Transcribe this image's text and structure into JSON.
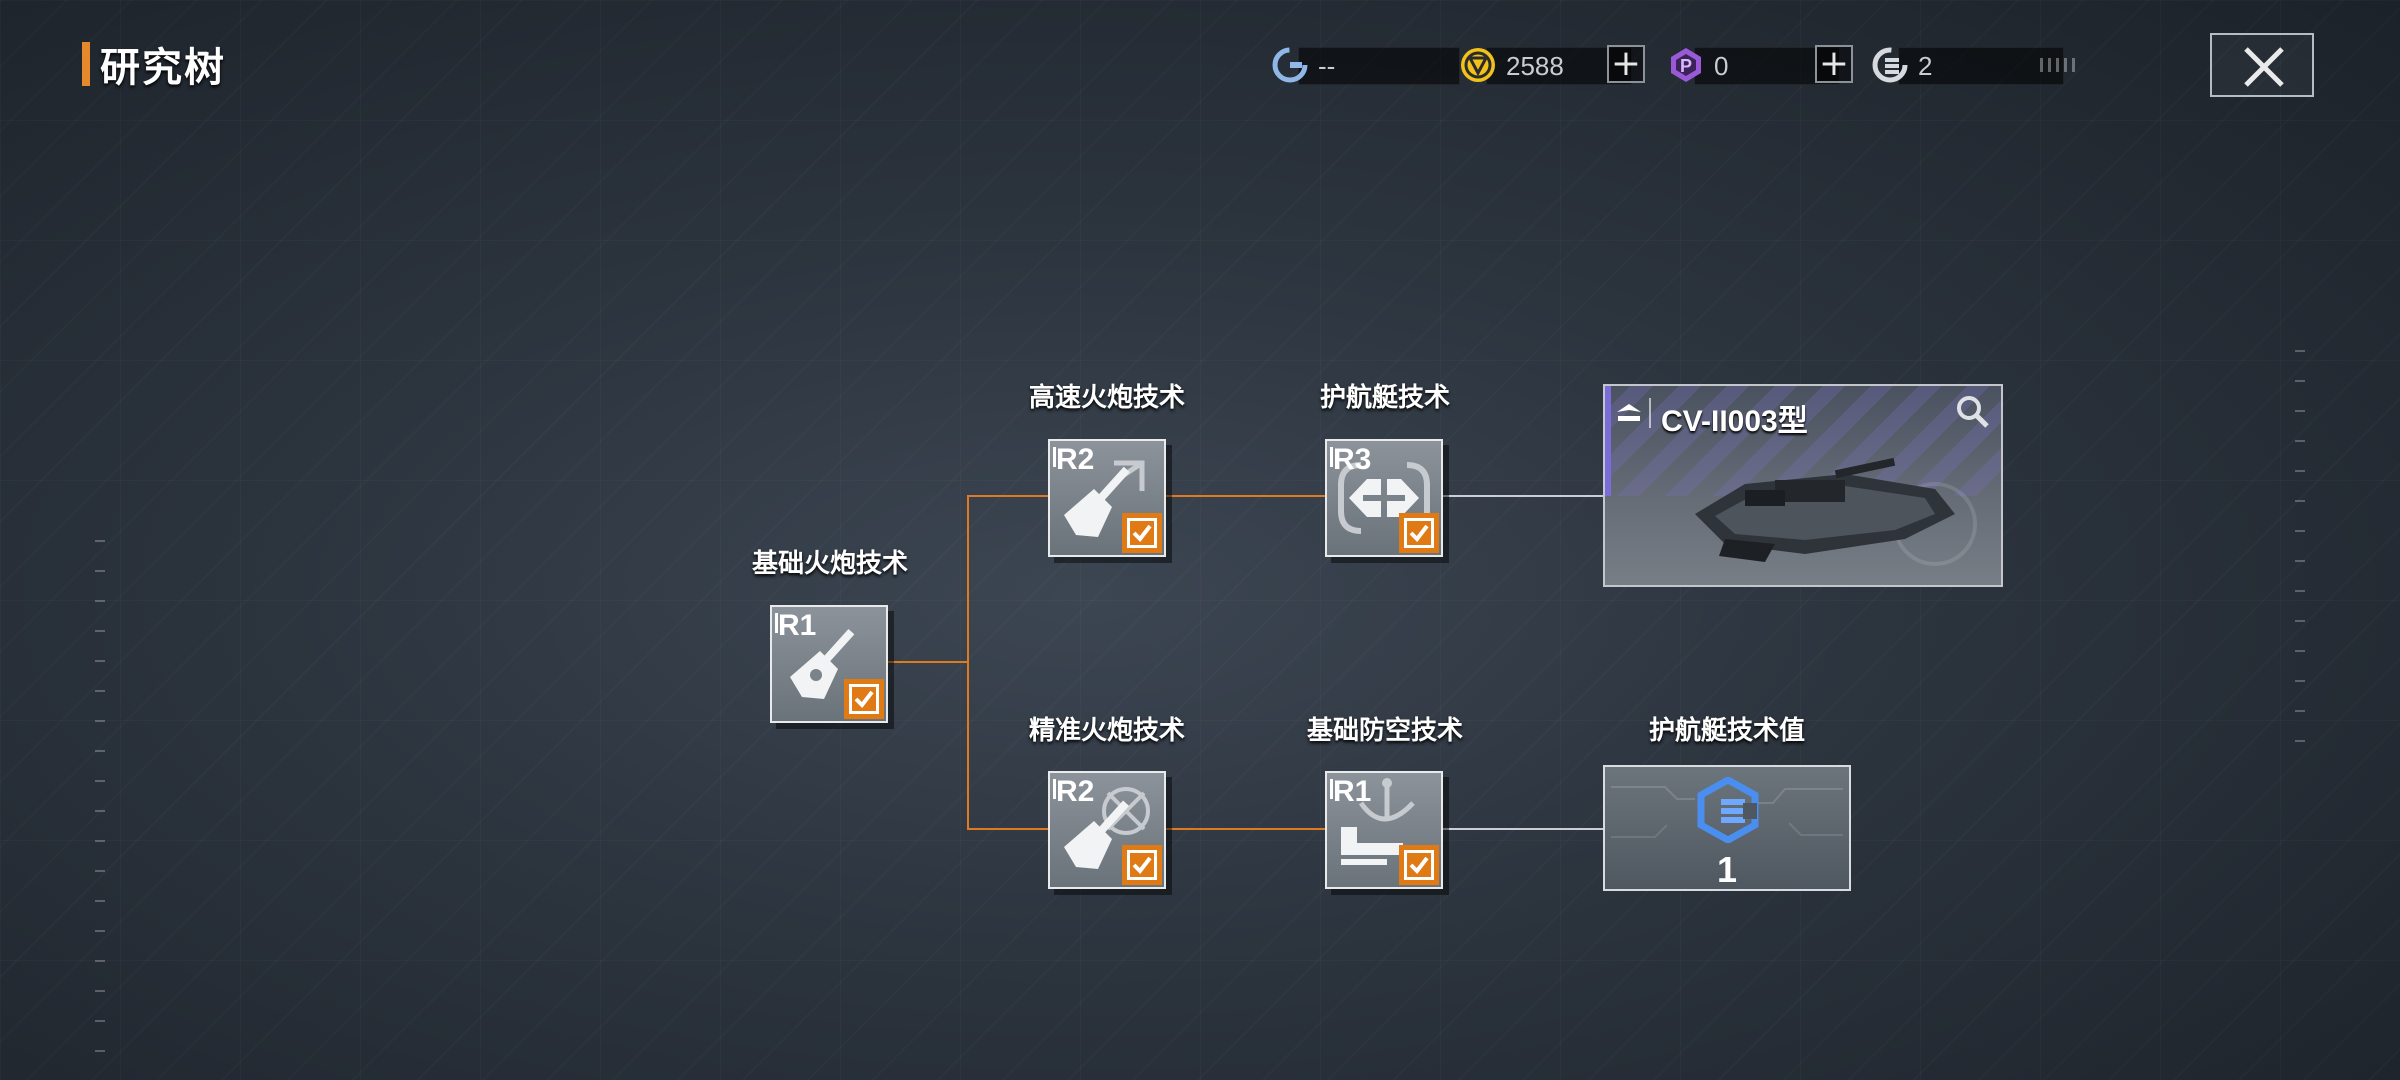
{
  "header": {
    "title": "研究树",
    "close_label": "close"
  },
  "currencies": [
    {
      "name": "refresh",
      "icon": "refresh-icon",
      "value": "--"
    },
    {
      "name": "credits",
      "icon": "credit-coin-icon",
      "value": "2588",
      "color": "#f1c21b"
    },
    {
      "name": "premium",
      "icon": "premium-gem-icon",
      "value": "0",
      "color": "#b070e8"
    },
    {
      "name": "tech-points",
      "icon": "tech-point-icon",
      "value": "2"
    }
  ],
  "research_tree": {
    "nodes": [
      {
        "id": "basic-cannon",
        "label": "基础火炮技术",
        "rank": "R1",
        "icon": "cannon-icon",
        "completed": true
      },
      {
        "id": "rapid-cannon",
        "label": "高速火炮技术",
        "rank": "R2",
        "icon": "rapid-cannon-icon",
        "completed": true
      },
      {
        "id": "escort-tech",
        "label": "护航艇技术",
        "rank": "R3",
        "icon": "escort-icon",
        "completed": true
      },
      {
        "id": "precision-cannon",
        "label": "精准火炮技术",
        "rank": "R2",
        "icon": "precision-cannon-icon",
        "completed": true
      },
      {
        "id": "basic-aa",
        "label": "基础防空技术",
        "rank": "R1",
        "icon": "radar-icon",
        "completed": true
      }
    ],
    "ship_reward": {
      "name": "CV-II003型",
      "icon": "ship-icon"
    },
    "value_reward": {
      "label": "护航艇技术值",
      "value": "1",
      "icon": "tech-point-icon"
    }
  },
  "colors": {
    "accent": "#e58a2c",
    "check": "#e07a14",
    "ship_band": "#7c6cd8",
    "tech_blue": "#4a8ef0"
  }
}
